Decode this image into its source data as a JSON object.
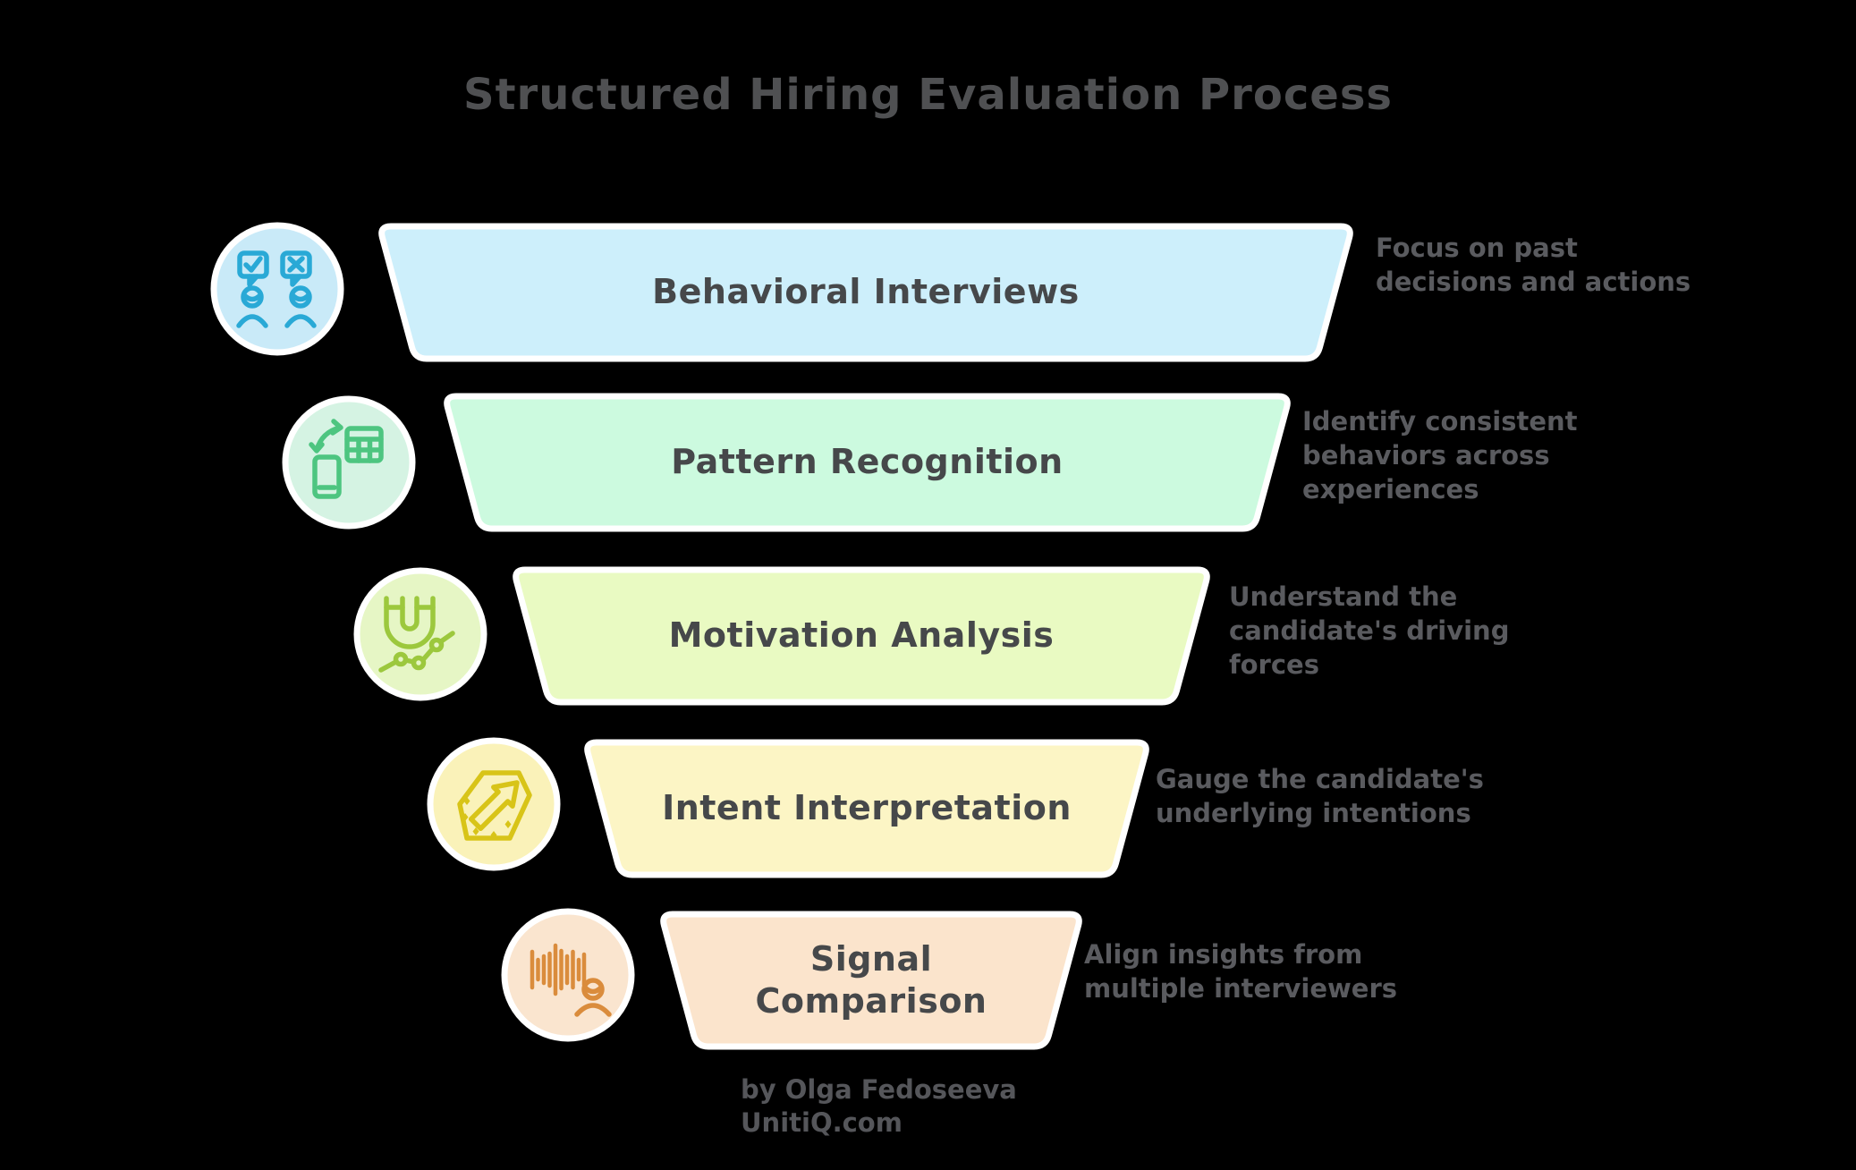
{
  "title": "Structured Hiring Evaluation Process",
  "stages": [
    {
      "label": "Behavioral Interviews",
      "description": "Focus on past\ndecisions and actions",
      "icon": "interview-feedback-icon",
      "bar_fill": "#CDEFFB",
      "circle_fill": "#C9EAF8",
      "icon_color": "#29A9D6"
    },
    {
      "label": "Pattern Recognition",
      "description": "Identify consistent\nbehaviors across\nexperiences",
      "icon": "phone-table-sync-icon",
      "bar_fill": "#CCFADF",
      "circle_fill": "#D5F3E3",
      "icon_color": "#4DC580"
    },
    {
      "label": "Motivation Analysis",
      "description": "Understand the\ncandidate's driving\nforces",
      "icon": "magnet-trend-icon",
      "bar_fill": "#E9FAC2",
      "circle_fill": "#E6F6C5",
      "icon_color": "#9CC83D"
    },
    {
      "label": "Intent Interpretation",
      "description": "Gauge the candidate's\nunderlying intentions",
      "icon": "arrow-sticker-icon",
      "bar_fill": "#FCF5C5",
      "circle_fill": "#FAF2B9",
      "icon_color": "#D8C418"
    },
    {
      "label": "Signal\nComparison",
      "description": "Align insights from\nmultiple interviewers",
      "icon": "soundwave-person-icon",
      "bar_fill": "#FBE4CC",
      "circle_fill": "#FAE5CF",
      "icon_color": "#DA8C3C"
    }
  ],
  "attribution": {
    "author": "by Olga Fedoseeva",
    "site": "UnitiQ.com"
  },
  "background": "#000000",
  "text_colors": {
    "title": "#4F5052",
    "bar_label": "#46484A",
    "description": "#5A5B5F"
  }
}
